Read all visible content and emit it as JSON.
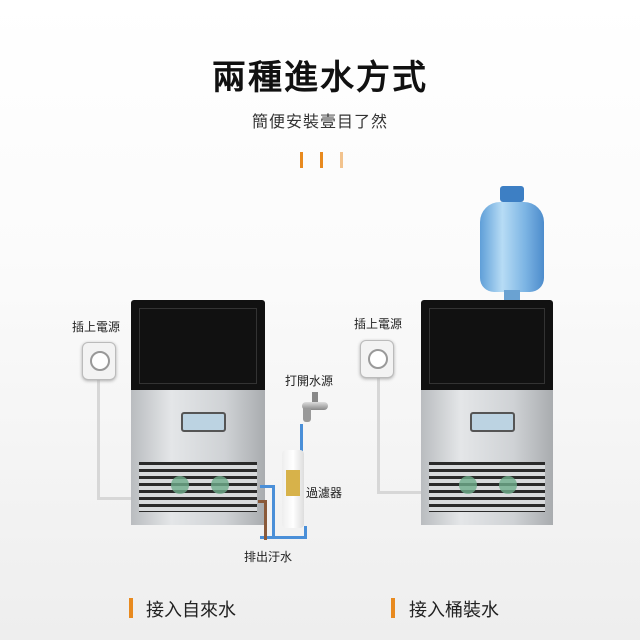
{
  "header": {
    "title": "兩種進水方式",
    "subtitle": "簡便安裝壹目了然"
  },
  "left": {
    "plug_label": "插上電源",
    "tap_label": "打開水源",
    "filter_label": "過濾器",
    "drain_label": "排出汙水",
    "caption": "接入自來水"
  },
  "right": {
    "plug_label": "插上電源",
    "caption": "接入桶裝水"
  },
  "colors": {
    "accent": "#e88a1f",
    "water_pipe": "#4a8fd8",
    "drain_pipe": "#8a5a3a"
  }
}
